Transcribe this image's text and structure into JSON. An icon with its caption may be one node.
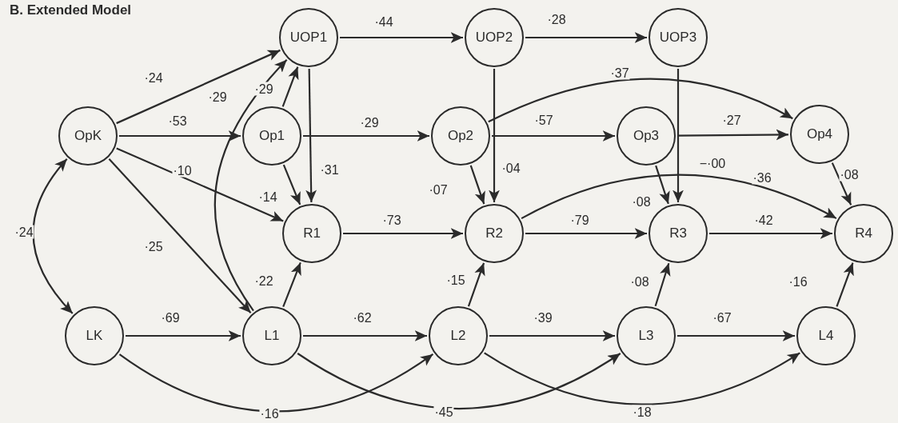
{
  "diagram": {
    "title": "B. Extended Model",
    "nodes": [
      {
        "text": [
          "UOP1"
        ]
      },
      {
        "text": [
          "UOP2"
        ]
      },
      {
        "text": [
          "UOP3"
        ]
      },
      {
        "text": [
          "OpK"
        ]
      },
      {
        "text": [
          "Op1"
        ]
      },
      {
        "text": [
          "Op2"
        ]
      },
      {
        "text": [
          "Op3"
        ]
      },
      {
        "text": [
          "Op4"
        ]
      },
      {
        "text": [
          "R1"
        ]
      },
      {
        "text": [
          "R2"
        ]
      },
      {
        "text": [
          "R3"
        ]
      },
      {
        "text": [
          "R4"
        ]
      },
      {
        "text": [
          "LK"
        ]
      },
      {
        "text": [
          "L1"
        ]
      },
      {
        "text": [
          "L2"
        ]
      },
      {
        "text": [
          "L3"
        ]
      },
      {
        "text": [
          "L4"
        ]
      }
    ],
    "edges": [
      {
        "from": 0,
        "to": 1,
        "arrow": "to",
        "label": "·44"
      },
      {
        "from": 1,
        "to": 2,
        "arrow": "to",
        "label": "·28"
      },
      {
        "from": 3,
        "to": 0,
        "arrow": "to",
        "label": "·24"
      },
      {
        "from": 13,
        "to": 0,
        "arrow": "to",
        "label": "·29"
      },
      {
        "from": 4,
        "to": 0,
        "arrow": "to",
        "label": "·29"
      },
      {
        "from": 3,
        "to": 4,
        "arrow": "to",
        "label": "·53"
      },
      {
        "from": 0,
        "to": 8,
        "arrow": "to",
        "label": "·31"
      },
      {
        "from": 4,
        "to": 8,
        "arrow": "to",
        "label": "·14"
      },
      {
        "from": 3,
        "to": 8,
        "arrow": "to",
        "label": "·10"
      },
      {
        "from": 4,
        "to": 5,
        "arrow": "to",
        "label": "·29"
      },
      {
        "from": 3,
        "to": 13,
        "arrow": "to",
        "label": "·25"
      },
      {
        "from": 5,
        "to": 7,
        "arrow": "to",
        "label": "·37"
      },
      {
        "from": 1,
        "to": 9,
        "arrow": "to",
        "label": "·04"
      },
      {
        "from": 5,
        "to": 6,
        "arrow": "to",
        "label": "·57"
      },
      {
        "from": 6,
        "to": 7,
        "arrow": "to",
        "label": "·27"
      },
      {
        "from": 2,
        "to": 10,
        "arrow": "to",
        "label": "−·00"
      },
      {
        "from": 5,
        "to": 9,
        "arrow": "to",
        "label": "·07"
      },
      {
        "from": 6,
        "to": 10,
        "arrow": "to",
        "label": "·08"
      },
      {
        "from": 7,
        "to": 11,
        "arrow": "to",
        "label": "·08"
      },
      {
        "from": 9,
        "to": 11,
        "arrow": "to",
        "label": "·36"
      },
      {
        "from": 8,
        "to": 9,
        "arrow": "to",
        "label": "·73"
      },
      {
        "from": 9,
        "to": 10,
        "arrow": "to",
        "label": "·79"
      },
      {
        "from": 10,
        "to": 11,
        "arrow": "to",
        "label": "·42"
      },
      {
        "from": 3,
        "to": 12,
        "arrow": "both",
        "label": "·24"
      },
      {
        "from": 13,
        "to": 8,
        "arrow": "to",
        "label": "·22"
      },
      {
        "from": 14,
        "to": 9,
        "arrow": "to",
        "label": "·15"
      },
      {
        "from": 15,
        "to": 10,
        "arrow": "to",
        "label": "·08"
      },
      {
        "from": 16,
        "to": 11,
        "arrow": "to",
        "label": "·16"
      },
      {
        "from": 12,
        "to": 13,
        "arrow": "to",
        "label": "·69"
      },
      {
        "from": 13,
        "to": 14,
        "arrow": "to",
        "label": "·62"
      },
      {
        "from": 14,
        "to": 15,
        "arrow": "to",
        "label": "·39"
      },
      {
        "from": 15,
        "to": 16,
        "arrow": "to",
        "label": "·67"
      },
      {
        "from": 12,
        "to": 14,
        "arrow": "to",
        "label": "·16"
      },
      {
        "from": 13,
        "to": 15,
        "arrow": "to",
        "label": "·45"
      },
      {
        "from": 14,
        "to": 16,
        "arrow": "to",
        "label": "·18"
      }
    ]
  }
}
